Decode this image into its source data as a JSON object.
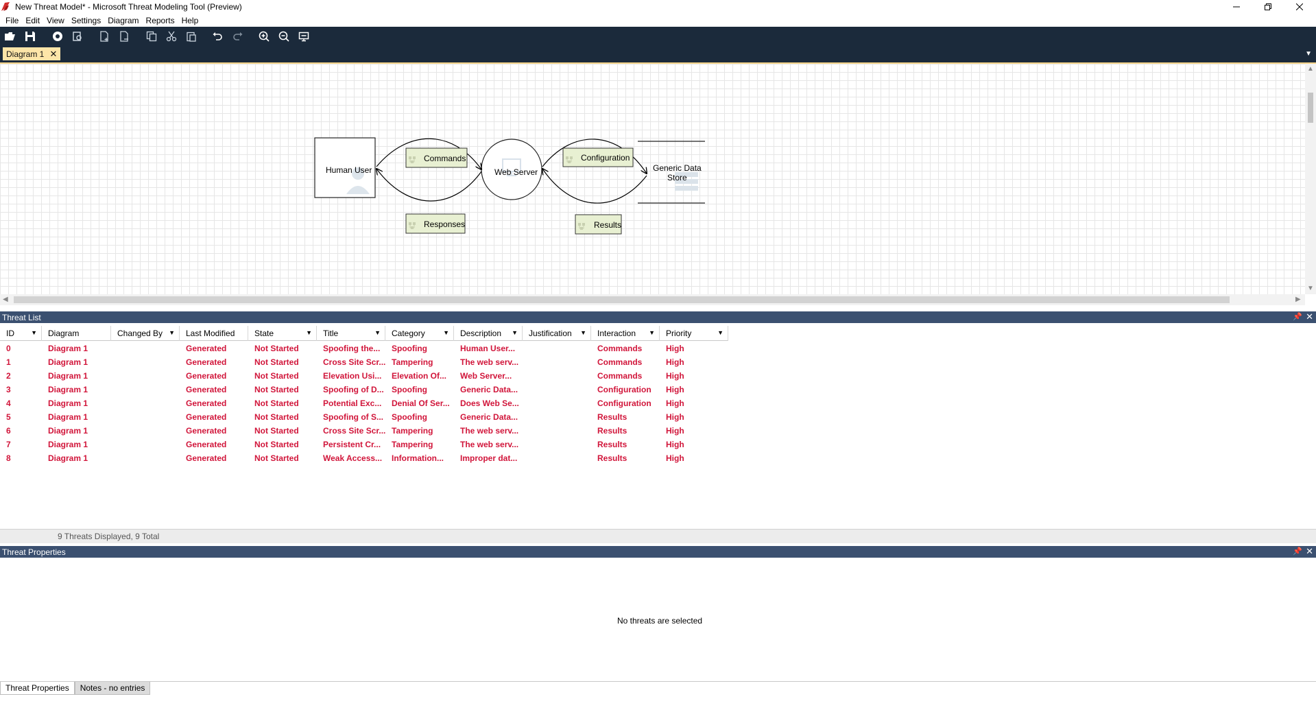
{
  "window": {
    "title": "New Threat Model* - Microsoft Threat Modeling Tool  (Preview)",
    "icon": "threat-modeling-tool-icon",
    "controls": [
      "minimize",
      "restore",
      "close"
    ]
  },
  "menu": [
    "File",
    "Edit",
    "View",
    "Settings",
    "Diagram",
    "Reports",
    "Help"
  ],
  "toolbar": {
    "icons": [
      "open-icon",
      "save-icon",
      "analysis-view-icon",
      "design-view-icon",
      "new-diagram-icon",
      "duplicate-diagram-icon",
      "copy-icon",
      "cut-icon",
      "paste-icon",
      "undo-icon",
      "redo-icon",
      "zoom-in-icon",
      "zoom-out-icon",
      "fit-view-icon"
    ]
  },
  "tabs": [
    {
      "label": "Diagram 1"
    }
  ],
  "diagram": {
    "elements": {
      "human_user": "Human User",
      "web_server": "Web Server",
      "data_store": "Generic Data\nStore"
    },
    "flows": {
      "commands": "Commands",
      "responses": "Responses",
      "configuration": "Configuration",
      "results": "Results"
    }
  },
  "threat_list": {
    "title": "Threat List",
    "columns": [
      "ID",
      "Diagram",
      "Changed By",
      "Last Modified",
      "State",
      "Title",
      "Category",
      "Description",
      "Justification",
      "Interaction",
      "Priority"
    ],
    "rows": [
      [
        "0",
        "Diagram 1",
        "",
        "Generated",
        "Not Started",
        "Spoofing the...",
        "Spoofing",
        "Human User...",
        "",
        "Commands",
        "High"
      ],
      [
        "1",
        "Diagram 1",
        "",
        "Generated",
        "Not Started",
        "Cross Site Scr...",
        "Tampering",
        "The web serv...",
        "",
        "Commands",
        "High"
      ],
      [
        "2",
        "Diagram 1",
        "",
        "Generated",
        "Not Started",
        "Elevation Usi...",
        "Elevation Of...",
        "Web Server...",
        "",
        "Commands",
        "High"
      ],
      [
        "3",
        "Diagram 1",
        "",
        "Generated",
        "Not Started",
        "Spoofing of D...",
        "Spoofing",
        "Generic Data...",
        "",
        "Configuration",
        "High"
      ],
      [
        "4",
        "Diagram 1",
        "",
        "Generated",
        "Not Started",
        "Potential Exc...",
        "Denial Of Ser...",
        "Does Web Se...",
        "",
        "Configuration",
        "High"
      ],
      [
        "5",
        "Diagram 1",
        "",
        "Generated",
        "Not Started",
        "Spoofing of S...",
        "Spoofing",
        "Generic Data...",
        "",
        "Results",
        "High"
      ],
      [
        "6",
        "Diagram 1",
        "",
        "Generated",
        "Not Started",
        "Cross Site Scr...",
        "Tampering",
        "The web serv...",
        "",
        "Results",
        "High"
      ],
      [
        "7",
        "Diagram 1",
        "",
        "Generated",
        "Not Started",
        "Persistent Cr...",
        "Tampering",
        "The web serv...",
        "",
        "Results",
        "High"
      ],
      [
        "8",
        "Diagram 1",
        "",
        "Generated",
        "Not Started",
        "Weak Access...",
        "Information...",
        "Improper dat...",
        "",
        "Results",
        "High"
      ]
    ],
    "status": "9 Threats Displayed, 9 Total",
    "row_color": "#d1153a"
  },
  "threat_properties": {
    "title": "Threat Properties",
    "empty_message": "No threats are selected"
  },
  "bottom_tabs": [
    "Threat Properties",
    "Notes - no entries"
  ]
}
